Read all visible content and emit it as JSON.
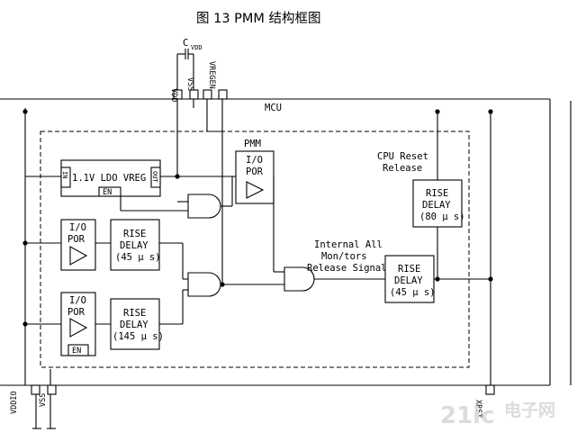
{
  "title": "图  13 PMM 结构框图",
  "mcu_label": "MCU",
  "pmm_label": "PMM",
  "pins_top": {
    "vdd": "VDD",
    "vss": "VSS",
    "vregen": "VREGEN",
    "cap": "C",
    "cap_sub": "VDD"
  },
  "pins_bottom": {
    "vddio": "VDDIO",
    "vss": "VSS",
    "xrst": "XRST"
  },
  "ldo": {
    "label": "1.1V LDO VREG",
    "en": "EN",
    "in": "IN",
    "out": "OUT"
  },
  "por_pmm": {
    "line1": "I/O",
    "line2": "POR"
  },
  "por_top": {
    "line1": "I/O",
    "line2": "POR"
  },
  "por_bottom": {
    "line1": "I/O",
    "line2": "POR",
    "en": "EN"
  },
  "rise_45_a": {
    "line1": "RISE",
    "line2": "DELAY",
    "line3": "(45 μ s)"
  },
  "rise_145": {
    "line1": "RISE",
    "line2": "DELAY",
    "line3": "(145 μ s)"
  },
  "rise_45_b": {
    "line1": "RISE",
    "line2": "DELAY",
    "line3": "(45 μ s)"
  },
  "rise_80": {
    "line1": "RISE",
    "line2": "DELAY",
    "line3": "(80 μ s)"
  },
  "cpu_reset": {
    "line1": "CPU Reset",
    "line2": "Release"
  },
  "internal": {
    "line1": "Internal All",
    "line2": "Mon/tors",
    "line3": "Release Signal"
  },
  "watermark": {
    "text1": "21ic",
    "text2": "电子网"
  }
}
